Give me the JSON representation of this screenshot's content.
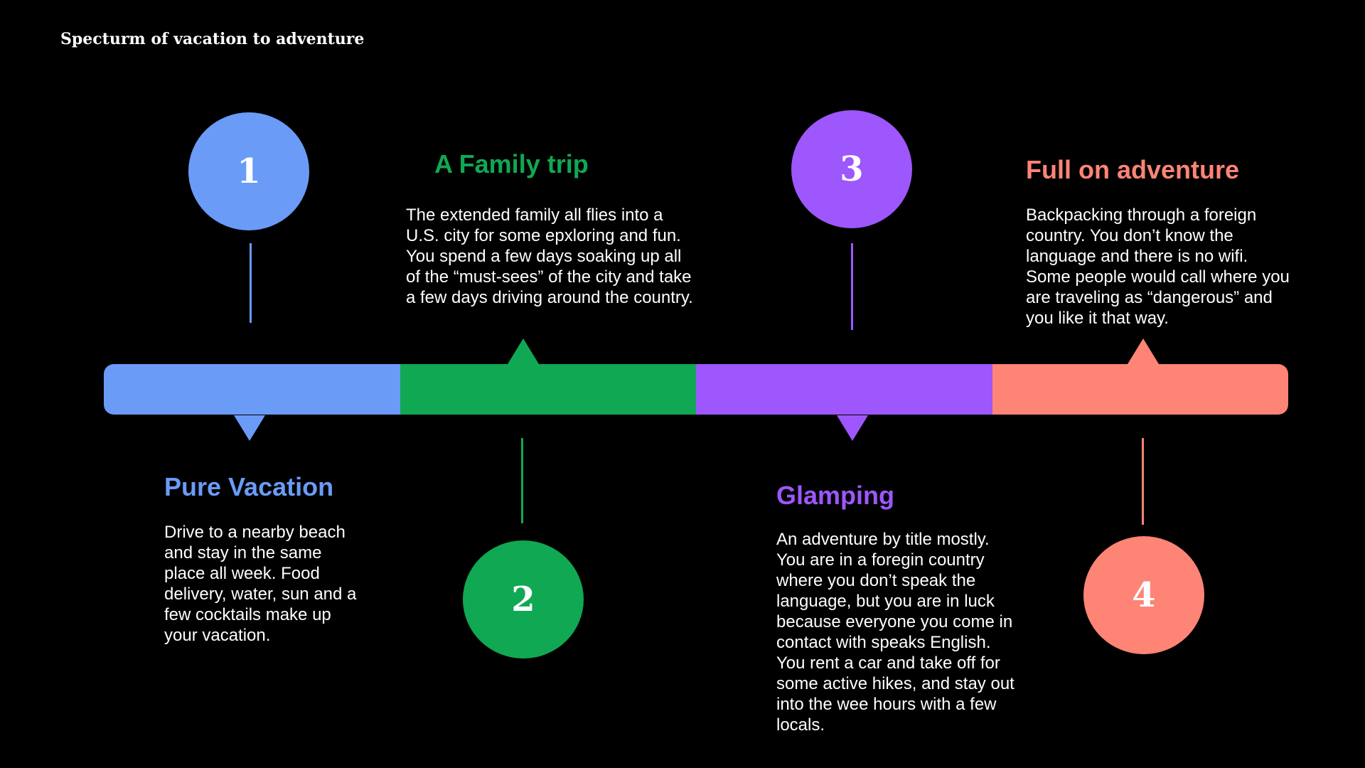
{
  "page": {
    "title": "Specturm of vacation to adventure"
  },
  "colors": {
    "background": "#000000",
    "blue": "#6a9bf7",
    "green": "#10a853",
    "purple": "#9d57fc",
    "coral": "#fe8476",
    "text": "#ffffff"
  },
  "stages": [
    {
      "number": "1",
      "heading": "Pure Vacation",
      "description": "Drive to a nearby beach and stay in the same place all week. Food delivery, water, sun and a few cocktails make up your vacation."
    },
    {
      "number": "2",
      "heading": "A Family trip",
      "description": "The extended family all flies into a U.S. city for some epxloring and fun. You spend a few days soaking up all of the “must-sees” of the city and take a few days driving around the country."
    },
    {
      "number": "3",
      "heading": "Glamping",
      "description": "An adventure by title mostly. You are in a foregin country where you don’t speak the language, but you are in luck because everyone you come in contact with speaks English. You rent a car and take off for some active hikes, and stay out into the wee hours with a few locals."
    },
    {
      "number": "4",
      "heading": "Full on adventure",
      "description": "Backpacking through a foreign country. You don’t know the language and there is no wifi. Some people would call where you are traveling as “dangerous” and you like it that way."
    }
  ]
}
